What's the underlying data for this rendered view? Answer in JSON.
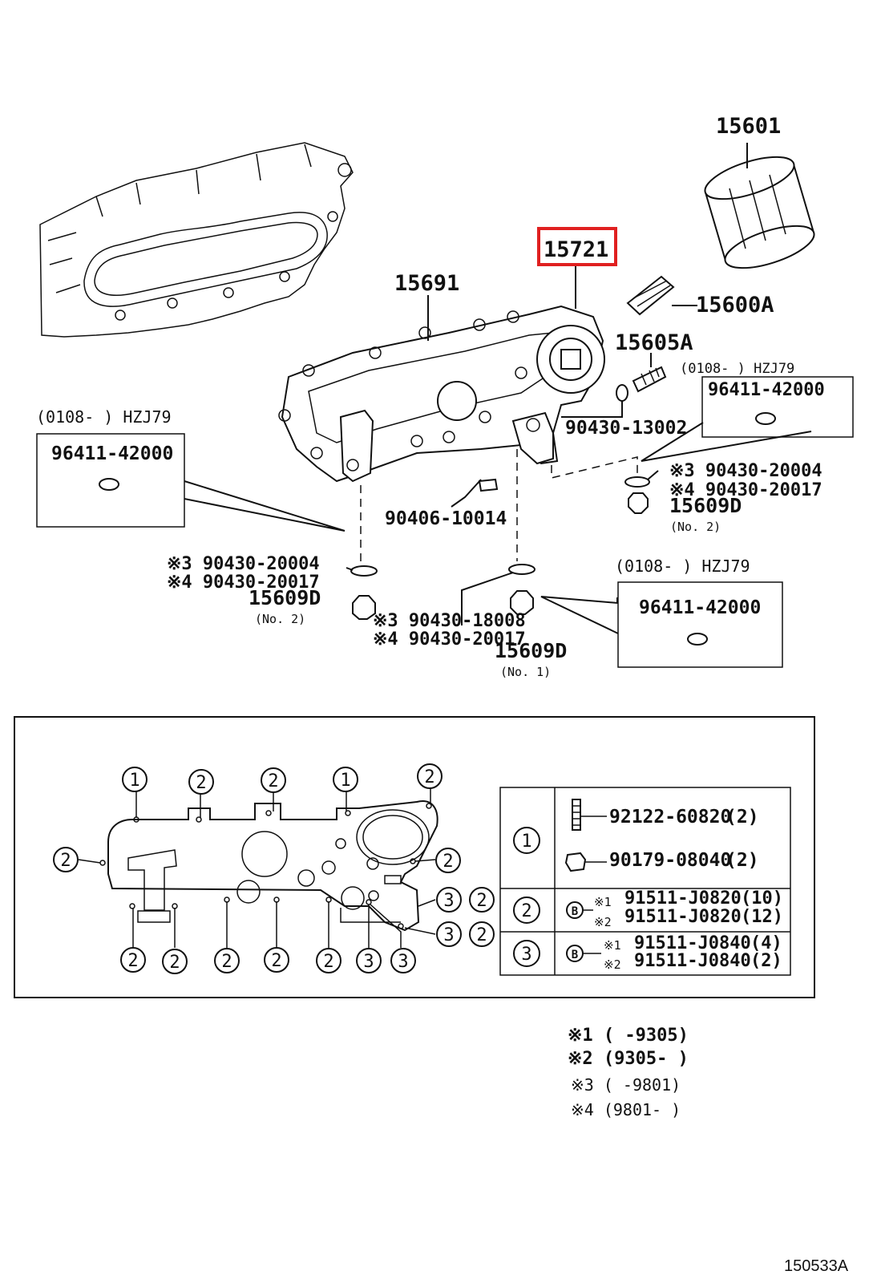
{
  "diagram_id": "150533A",
  "highlight_color": "#e02020",
  "callouts": {
    "p15601": "15601",
    "p15721": "15721",
    "p15691": "15691",
    "p15600A": "15600A",
    "p15605A": "15605A",
    "p90430_13002": "90430-13002",
    "p90406_10014": "90406-10014",
    "r_no2_a": "※3 90430-20004",
    "r_no2_b": "※4 90430-20017",
    "r_no2_plug": "15609D",
    "r_no2_tag": "(No. 2)",
    "l_no2_a": "※3 90430-20004",
    "l_no2_b": "※4 90430-20017",
    "l_no2_plug": "15609D",
    "l_no2_tag": "(No. 2)",
    "c_no1_a": "※3 90430-18008",
    "c_no1_b": "※4 90430-20017",
    "c_no1_plug": "15609D",
    "c_no1_tag": "(No. 1)"
  },
  "boxes": {
    "left": {
      "range": "(0108-         ) HZJ79",
      "part": "96411-42000"
    },
    "right": {
      "range": "(0108-         ) HZJ79",
      "part": "96411-42000"
    },
    "lower": {
      "range": "(0108-         ) HZJ79",
      "part": "96411-42000"
    }
  },
  "bolt_layout": {
    "top_labels": [
      "1",
      "2",
      "2",
      "1",
      "2"
    ],
    "left_label": "2",
    "right_label": "2",
    "bottom_labels": [
      "2",
      "2",
      "2",
      "2",
      "2",
      "3",
      "3"
    ],
    "right_side_labels": [
      [
        "3",
        "2"
      ],
      [
        "3",
        "2"
      ]
    ]
  },
  "bolt_table": {
    "rows": [
      {
        "key": "1",
        "items": [
          {
            "mark": "",
            "part": "92122-60820",
            "qty": "(2)"
          },
          {
            "mark": "",
            "part": "90179-08040",
            "qty": "(2)"
          }
        ]
      },
      {
        "key": "2",
        "items": [
          {
            "mark": "※1",
            "part": "91511-J0820",
            "qty": "(10)"
          },
          {
            "mark": "※2",
            "part": "91511-J0820",
            "qty": "(12)"
          }
        ]
      },
      {
        "key": "3",
        "items": [
          {
            "mark": "※1",
            "part": "91511-J0840",
            "qty": "(4)"
          },
          {
            "mark": "※2",
            "part": "91511-J0840",
            "qty": "(2)"
          }
        ]
      }
    ],
    "b_symbol": "B"
  },
  "footnotes": [
    "※1 (         -9305)",
    "※2 (9305-         )",
    "※3 (         -9801)",
    "※4 (9801-         )"
  ]
}
